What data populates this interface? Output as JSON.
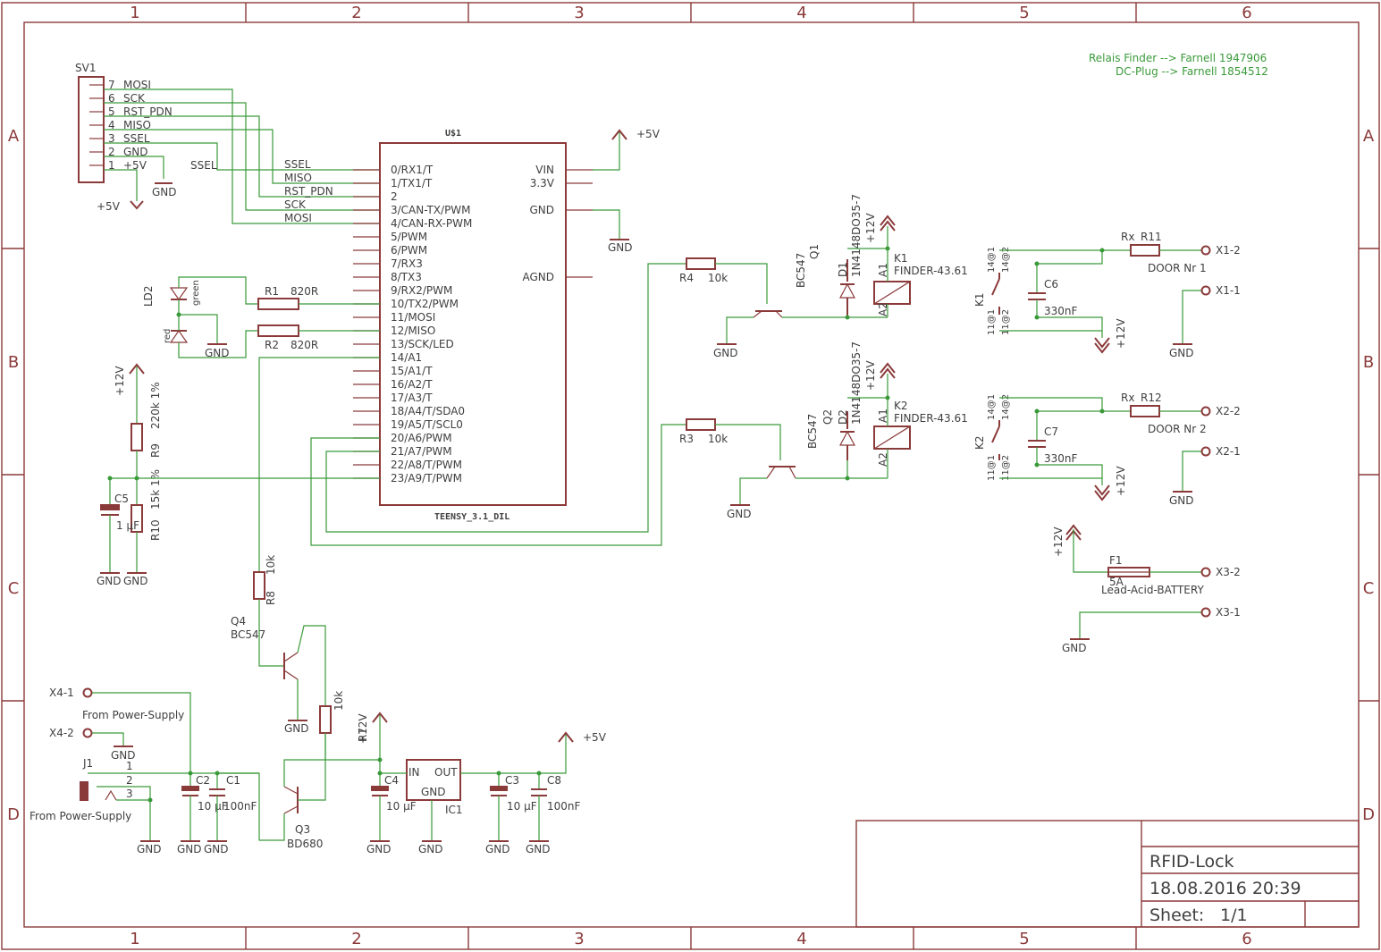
{
  "frame": {
    "columns": [
      "1",
      "2",
      "3",
      "4",
      "5",
      "6"
    ],
    "rows": [
      "A",
      "B",
      "C",
      "D"
    ]
  },
  "notes": {
    "line1": "Relais Finder --> Farnell 1947906",
    "line2": "DC-Plug --> Farnell 1854512"
  },
  "title_block": {
    "project": "RFID-Lock",
    "date": "18.08.2016 20:39",
    "sheet_label": "Sheet:",
    "sheet_value": "1/1"
  },
  "sv1": {
    "name": "SV1",
    "pins": [
      "7",
      "6",
      "5",
      "4",
      "3",
      "2",
      "1"
    ],
    "signals": [
      "MOSI",
      "SCK",
      "RST_PDN",
      "MISO",
      "SSEL",
      "GND",
      "+5V"
    ]
  },
  "teensy": {
    "name": "U$1",
    "part": "TEENSY_3.1_DIL",
    "left_pins": [
      "0/RX1/T",
      "1/TX1/T",
      "2",
      "3/CAN-TX/PWM",
      "4/CAN-RX-PWM",
      "5/PWM",
      "6/PWM",
      "7/RX3",
      "8/TX3",
      "9/RX2/PWM",
      "10/TX2/PWM",
      "11/MOSI",
      "12/MISO",
      "13/SCK/LED",
      "14/A1",
      "15/A1/T",
      "16/A2/T",
      "17/A3/T",
      "18/A4/T/SDA0",
      "19/A5/T/SCL0",
      "20/A6/PWM",
      "21/A7/PWM",
      "22/A8/T/PWM",
      "23/A9/T/PWM"
    ],
    "right_pins": [
      "VIN",
      "3.3V",
      "GND",
      "AGND"
    ],
    "net_labels": [
      "SSEL",
      "MISO",
      "RST_PDN",
      "SCK",
      "MOSI"
    ]
  },
  "supply": {
    "p5v": "+5V",
    "p12v": "+12V",
    "gnd": "GND"
  },
  "sv1_net": "SSEL",
  "resistors": {
    "r1": {
      "name": "R1",
      "value": "820R"
    },
    "r2": {
      "name": "R2",
      "value": "820R"
    },
    "r3": {
      "name": "R3",
      "value": "10k"
    },
    "r4": {
      "name": "R4",
      "value": "10k"
    },
    "r7": {
      "name": "R7",
      "value": "10k"
    },
    "r8": {
      "name": "R8",
      "value": "10k"
    },
    "r9": {
      "name": "R9",
      "value": "220k 1%"
    },
    "r10": {
      "name": "R10",
      "value": "15k 1%"
    },
    "r11": {
      "name": "R11",
      "value": "Rx"
    },
    "r12": {
      "name": "R12",
      "value": "Rx"
    }
  },
  "led": {
    "name": "LD2",
    "green": "green",
    "red": "red"
  },
  "caps": {
    "c1": {
      "name": "C1",
      "value": "100nF"
    },
    "c2": {
      "name": "C2",
      "value": "10 µF"
    },
    "c3": {
      "name": "C3",
      "value": "10 µF"
    },
    "c4": {
      "name": "C4",
      "value": "10 µF"
    },
    "c5": {
      "name": "C5",
      "value": "1 µF"
    },
    "c6": {
      "name": "C6",
      "value": "330nF"
    },
    "c7": {
      "name": "C7",
      "value": "330nF"
    },
    "c8": {
      "name": "C8",
      "value": "100nF"
    }
  },
  "transistors": {
    "q1": {
      "name": "Q1",
      "value": "BC547"
    },
    "q2": {
      "name": "Q2",
      "value": "BC547"
    },
    "q3": {
      "name": "Q3",
      "value": "BD680"
    },
    "q4": {
      "name": "Q4",
      "value": "BC547"
    }
  },
  "diodes": {
    "d1": {
      "name": "D1",
      "value": "1N4148DO35-7"
    },
    "d2": {
      "name": "D2",
      "value": "1N4148DO35-7"
    }
  },
  "relays": {
    "k1": {
      "name": "K1",
      "value": "FINDER-43.61"
    },
    "k2": {
      "name": "K2",
      "value": "FINDER-43.61"
    },
    "coil_a1": "A1",
    "coil_a2": "A2",
    "contacts": [
      "14@1",
      "14@2",
      "11@1",
      "11@2"
    ]
  },
  "connectors": {
    "x1_2": "X1-2",
    "x1_1": "X1-1",
    "door1": "DOOR Nr 1",
    "x2_2": "X2-2",
    "x2_1": "X2-1",
    "door2": "DOOR Nr 2",
    "x3_2": "X3-2",
    "x3_1": "X3-1",
    "x4_1": "X4-1",
    "x4_2": "X4-2",
    "from_ps": "From Power-Supply",
    "j1": "J1",
    "j1_pins": [
      "1",
      "2",
      "3"
    ]
  },
  "fuse": {
    "name": "F1",
    "value": "5A",
    "label": "Lead-Acid-BATTERY"
  },
  "regulator": {
    "name": "IC1",
    "in": "IN",
    "out": "OUT",
    "gnd": "GND"
  }
}
